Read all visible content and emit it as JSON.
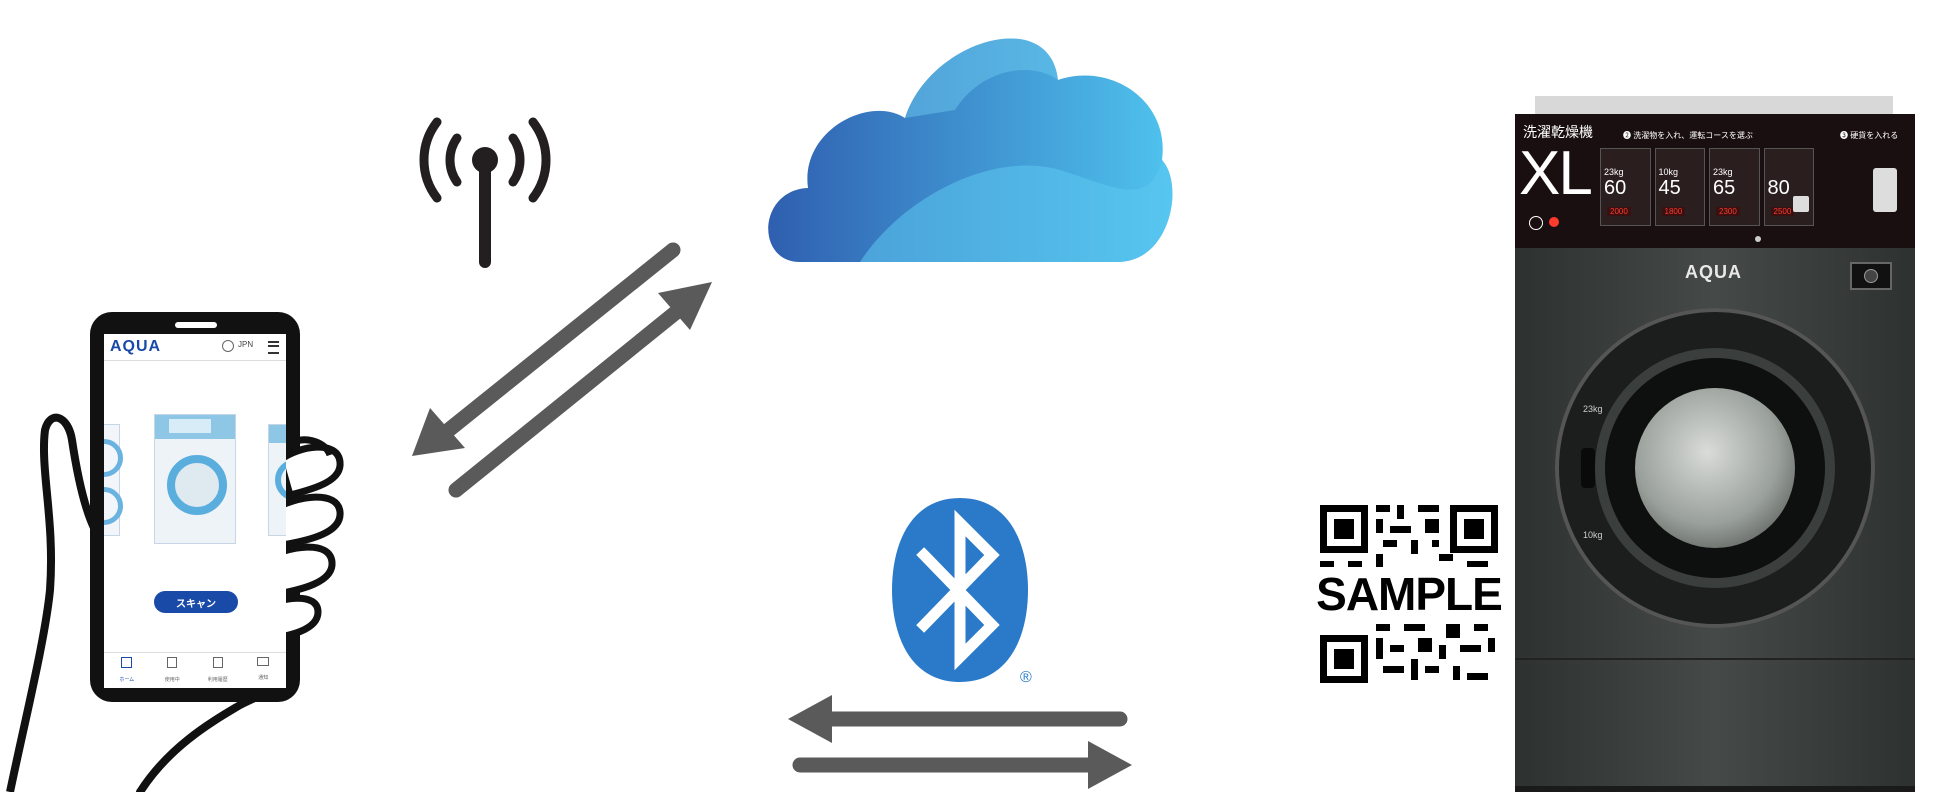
{
  "phone": {
    "brand": "AQUA",
    "lang": "JPN",
    "scan_button": "スキャン",
    "nav": [
      "ホーム",
      "使用中",
      "利用履歴",
      "通知"
    ]
  },
  "machine": {
    "title": "洗濯乾燥機",
    "model": "XL",
    "step2": "❷ 洗濯物を入れ、運転コースを選ぶ",
    "step3": "❸ 硬貨を入れる",
    "courses": [
      {
        "weight": "23kg",
        "minutes": "60",
        "price": "2000"
      },
      {
        "weight": "10kg",
        "minutes": "45",
        "price": "1800"
      },
      {
        "weight": "23kg",
        "minutes": "65",
        "price": "2300"
      },
      {
        "weight": "",
        "minutes": "80",
        "price": "2500"
      }
    ],
    "brand": "AQUA",
    "door_label_top": "23kg",
    "door_label_bottom": "10kg"
  },
  "qr": {
    "watermark": "SAMPLE"
  },
  "bluetooth": {
    "mark": "®"
  },
  "colors": {
    "cloud_dark": "#2f5fb0",
    "cloud_light": "#4fc3ee",
    "arrow": "#5a5a5a",
    "bluetooth": "#2a7ac9",
    "aqua_blue": "#1a4aa8",
    "machine_body": "#3b3f3d",
    "machine_panel": "#1a0f10"
  }
}
